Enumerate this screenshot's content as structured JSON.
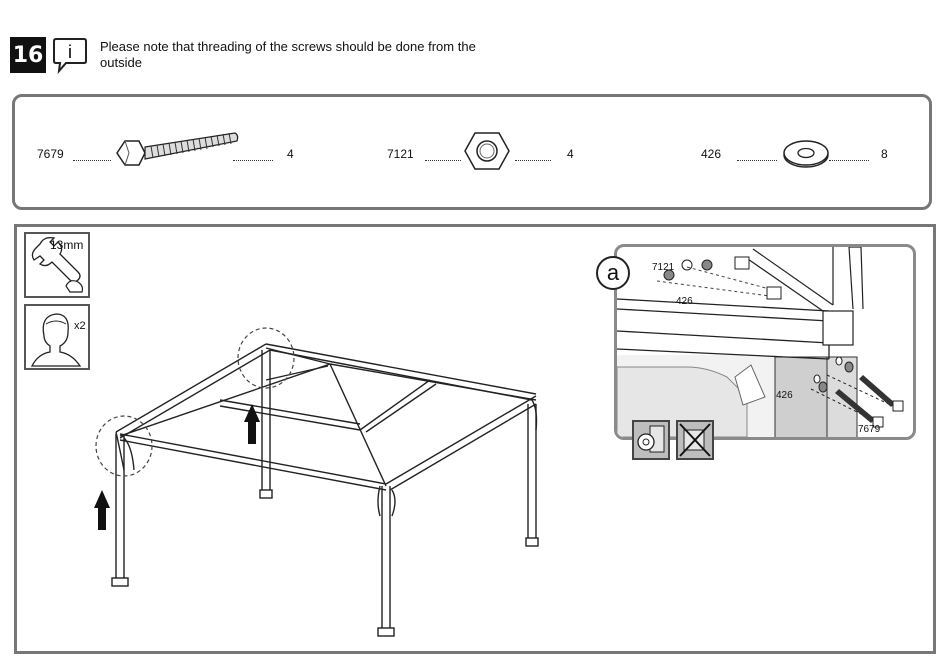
{
  "step": {
    "number": "16"
  },
  "note": {
    "text": "Please note that threading of the screws should be done from the outside"
  },
  "parts": [
    {
      "id": "7679",
      "qty": "4",
      "icon": "bolt-icon"
    },
    {
      "id": "7121",
      "qty": "4",
      "icon": "hex-nut-icon"
    },
    {
      "id": "426",
      "qty": "8",
      "icon": "washer-icon"
    }
  ],
  "tools": {
    "wrench_size": "13mm",
    "people": "x2"
  },
  "detail": {
    "marker": "a",
    "labels": {
      "nut": "7121",
      "washer_top": "426",
      "washer_side": "426",
      "bolt": "7679"
    }
  },
  "colors": {
    "frame_border": "#777777",
    "badge": "#111111",
    "panel_fill": "#cfcfcf"
  }
}
